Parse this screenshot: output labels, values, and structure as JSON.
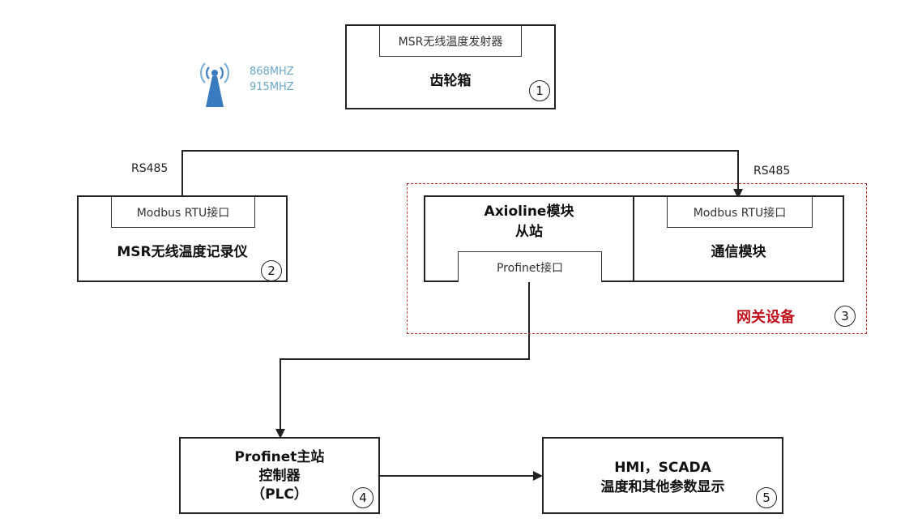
{
  "gearbox": {
    "sub_label": "MSR无线温度发射器",
    "title": "齿轮箱",
    "num": "1"
  },
  "freq": {
    "line1": "868MHZ",
    "line2": "915MHZ"
  },
  "recorder": {
    "sub_label": "Modbus RTU接口",
    "title": "MSR无线温度记录仪",
    "num": "2"
  },
  "rs485_left": "RS485",
  "rs485_right": "RS485",
  "axioline": {
    "title_line1": "Axioline模块",
    "title_line2": "从站",
    "sub_label": "Profinet接口"
  },
  "comm": {
    "sub_label": "Modbus RTU接口",
    "title": "通信模块"
  },
  "gateway": {
    "label": "网关设备",
    "num": "3"
  },
  "plc": {
    "title_line1": "Profinet主站",
    "title_line2": "控制器",
    "title_line3": "（PLC）",
    "num": "4"
  },
  "hmi": {
    "title_line1": "HMI，SCADA",
    "title_line2": "温度和其他参数显示",
    "num": "5"
  },
  "colors": {
    "line": "#222222",
    "gateway_border": "#c0392b",
    "gateway_text": "#c0121c",
    "antenna": "#3a7bbf",
    "freq_text": "#6aa7c9"
  }
}
